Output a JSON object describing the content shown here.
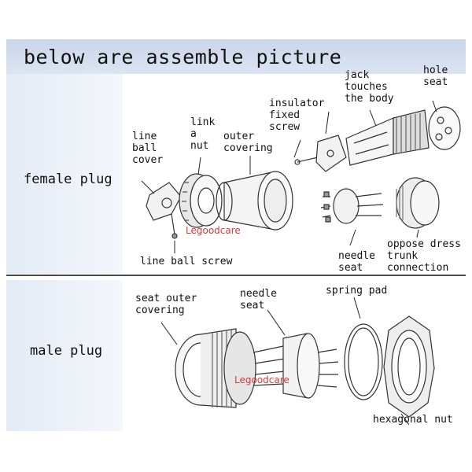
{
  "title": "below are assemble picture",
  "sections": {
    "female": "female plug",
    "male": "male plug"
  },
  "female_labels": {
    "line_ball_cover": "line\nball\ncover",
    "link_a_nut": "link\na\nnut",
    "outer_covering": "outer\ncovering",
    "insulator": "insulator\nfixed\nscrew",
    "jack": "jack\ntouches\nthe body",
    "hole_seat": "hole\nseat",
    "line_ball_screw": "line ball screw",
    "needle_seat": "needle\nseat",
    "oppose": "oppose dress\ntrunk\nconnection"
  },
  "male_labels": {
    "seat_outer": "seat outer\ncovering",
    "needle_seat": "needle\nseat",
    "spring_pad": "spring pad",
    "hex_nut": "hexagonal nut"
  },
  "watermark": "Legoodcare"
}
